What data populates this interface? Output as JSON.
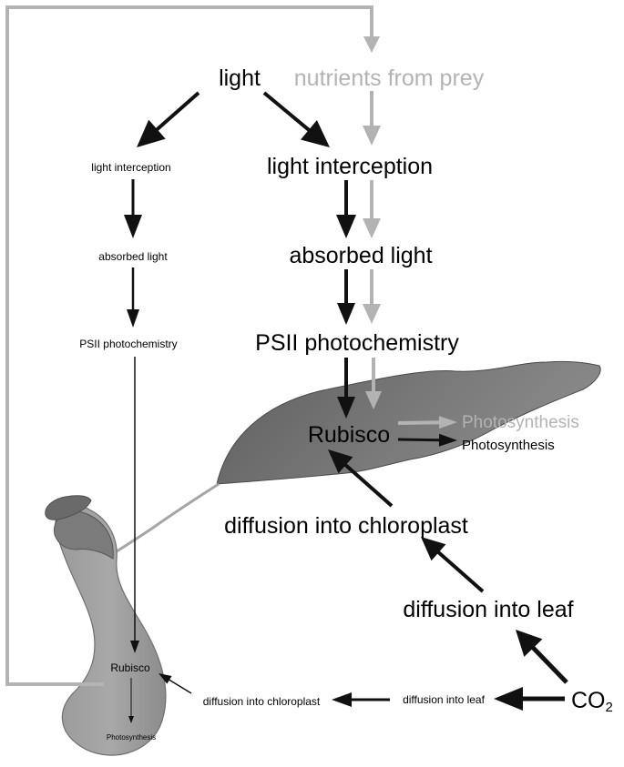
{
  "colors": {
    "flow_dark": "#111111",
    "flow_grey": "#b3b3b3",
    "leaf": "#6e6e6e",
    "pitcher": "#8f8f8f",
    "label_grey": "#b3b3b3",
    "label_dark": "#000000"
  },
  "top": {
    "light": "light",
    "nutrients": "nutrients from prey"
  },
  "large_pathway": {
    "interception": "light interception",
    "absorbed": "absorbed light",
    "psii": "PSII photochemistry",
    "rubisco": "Rubisco",
    "photosynthesis_grey": "Photosynthesis",
    "photosynthesis": "Photosynthesis",
    "diffusion_chloroplast": "diffusion into chloroplast",
    "diffusion_leaf": "diffusion into leaf",
    "co2_base": "CO",
    "co2_sub": "2"
  },
  "small_pathway": {
    "interception": "light interception",
    "absorbed": "absorbed light",
    "psii": "PSII photochemistry",
    "rubisco": "Rubisco",
    "photosynthesis": "Photosynthesis",
    "diffusion_chloroplast": "diffusion into chloroplast",
    "diffusion_leaf": "diffusion into leaf"
  }
}
